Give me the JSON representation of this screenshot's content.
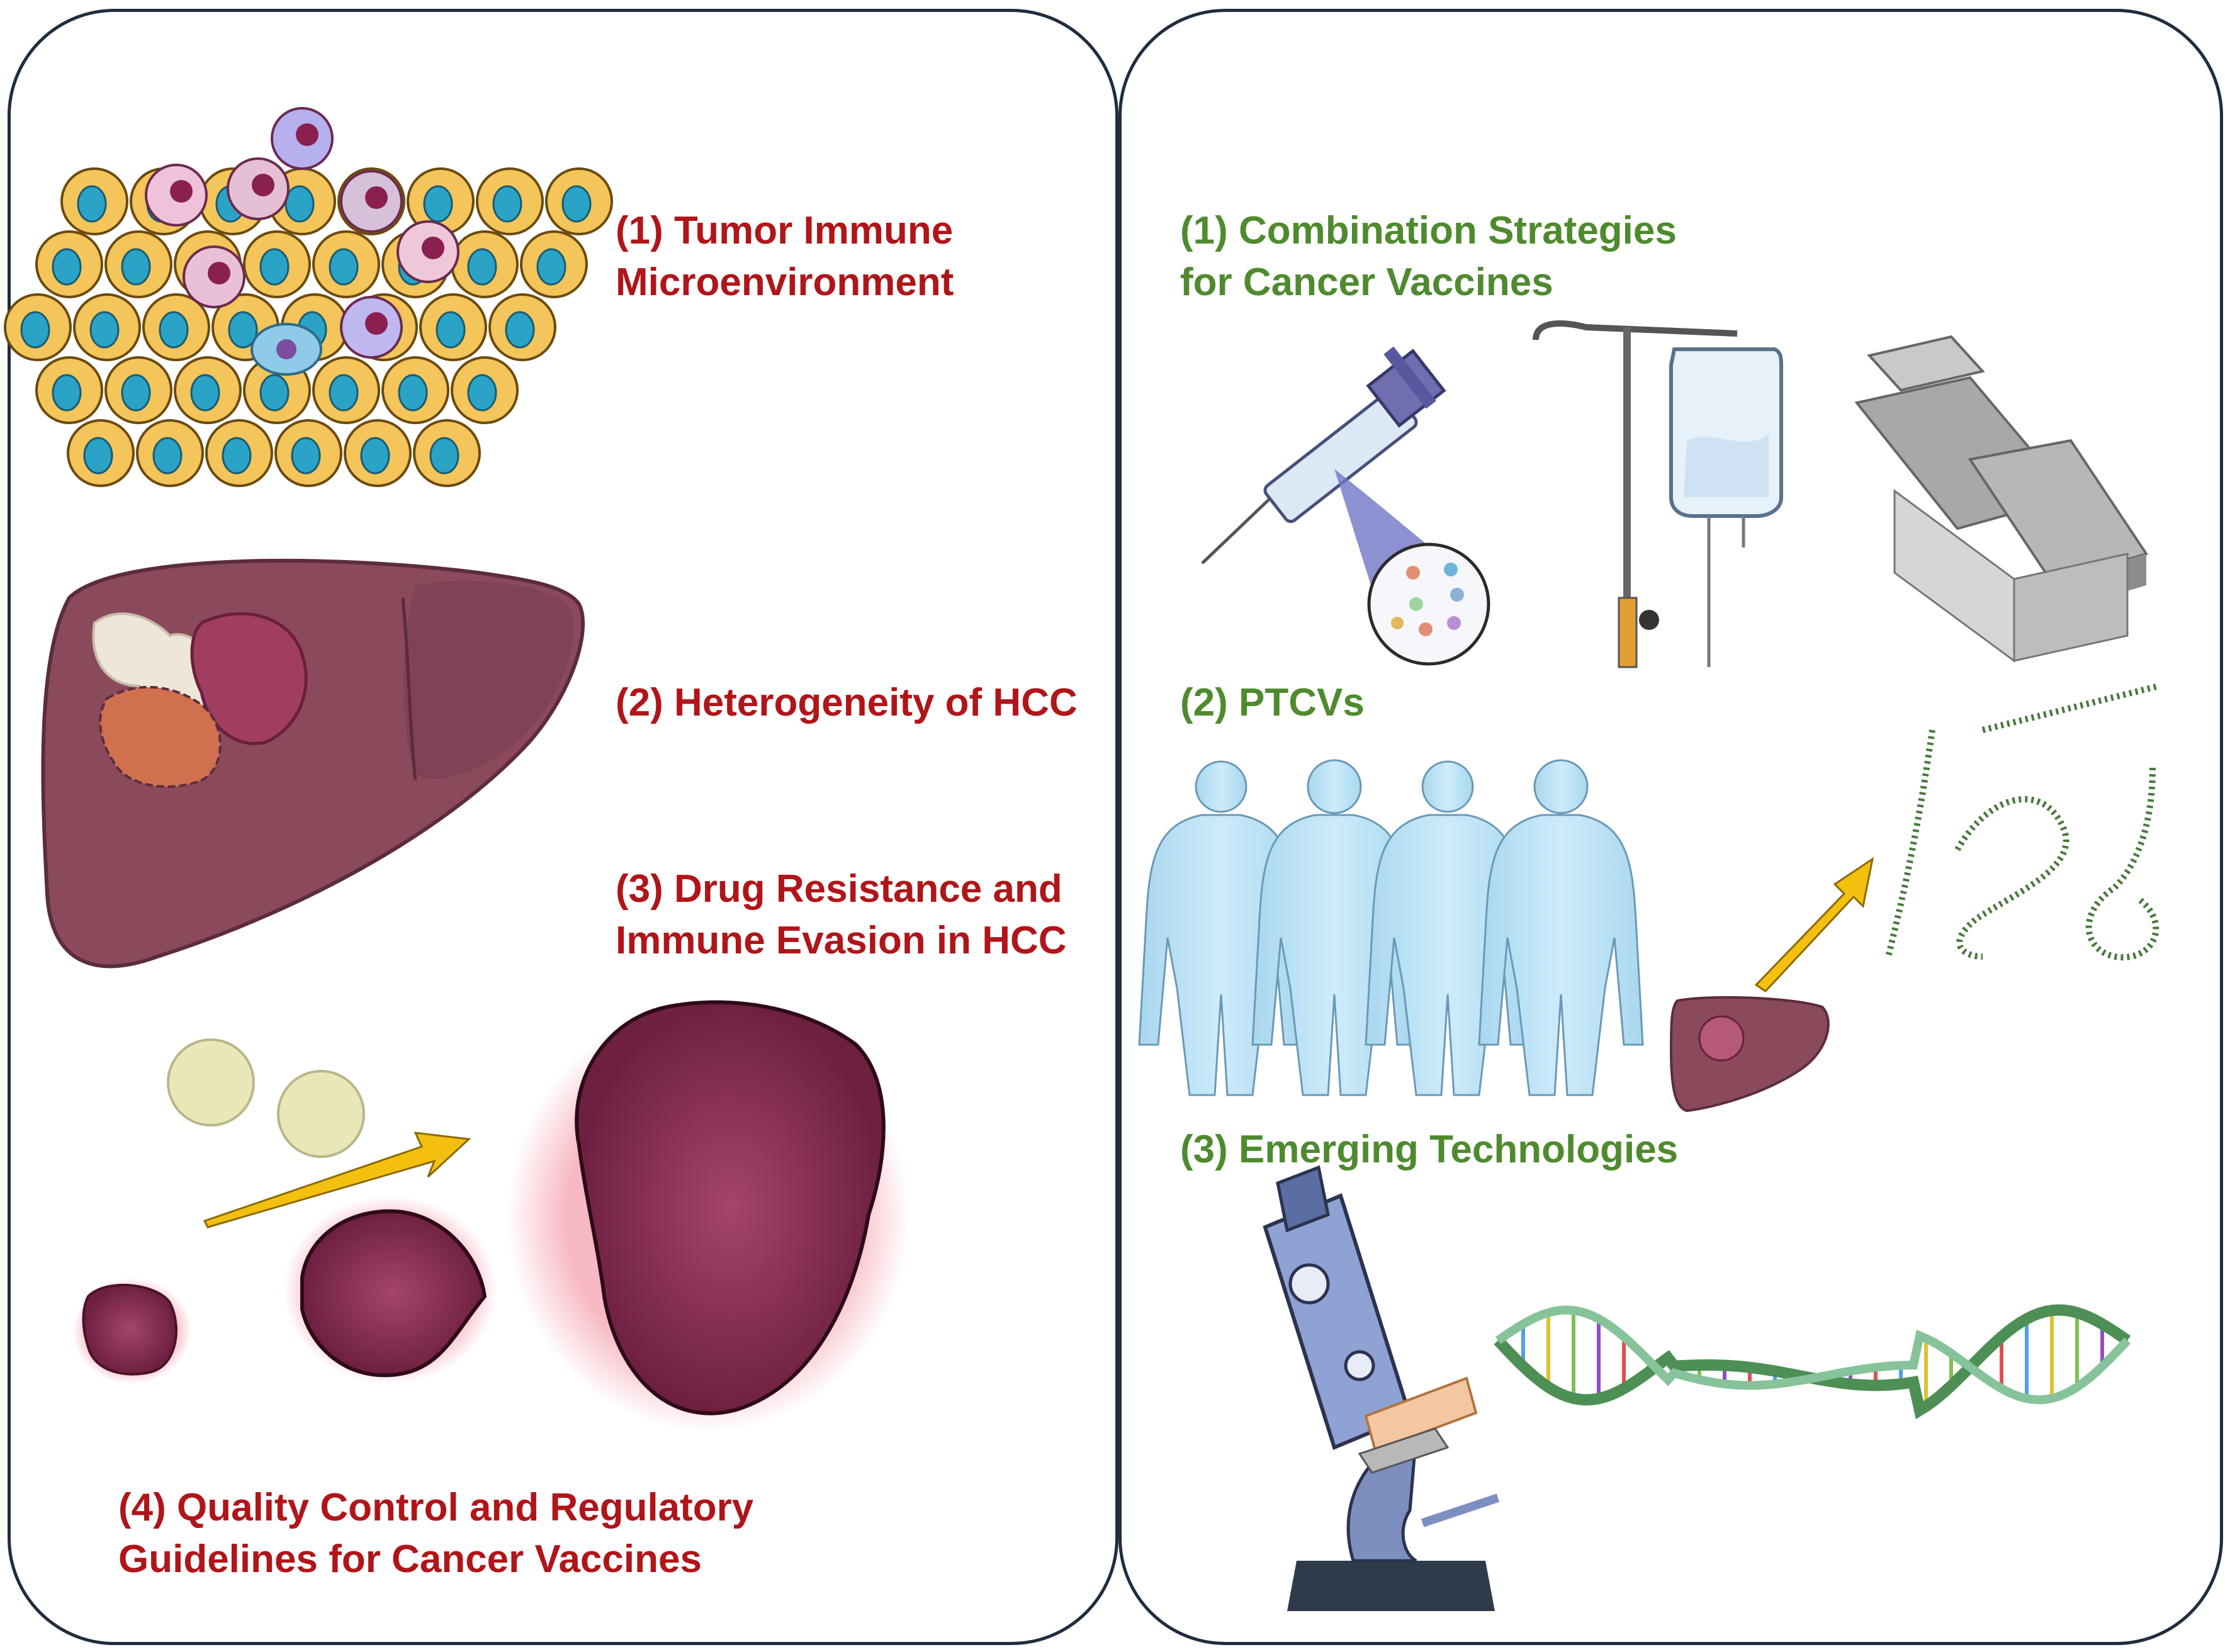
{
  "colors": {
    "challenge_label": "#b01519",
    "strategy_label": "#4f8a2f",
    "panel_border": "#1f2d3d",
    "liver": "#8a4a5c",
    "tumor": "#8f2f4f",
    "arrow": "#f4c010",
    "body": "#bde3f5",
    "nanoparticle": "#e9e7b8"
  },
  "left_panel": {
    "labels": [
      "(1) Tumor Immune\nMicroenvironment",
      "(2) Heterogeneity of HCC",
      "(3) Drug Resistance and\nImmune Evasion in HCC",
      "(4) Quality Control and Regulatory\nGuidelines for Cancer Vaccines"
    ],
    "illustrations": [
      "tumor-cell-cluster",
      "liver-with-tumor",
      "tumor-growth-arrow",
      "nanoparticles"
    ]
  },
  "right_panel": {
    "labels": [
      "(1) Combination Strategies\nfor Cancer Vaccines",
      "(2) PTCVs",
      "(3) Emerging Technologies"
    ],
    "illustrations": [
      "syringe-icon",
      "iv-drip-icon",
      "treatment-table-icon",
      "human-figures",
      "small-liver",
      "peptide-chains",
      "microscope-icon",
      "dna-helix"
    ]
  }
}
